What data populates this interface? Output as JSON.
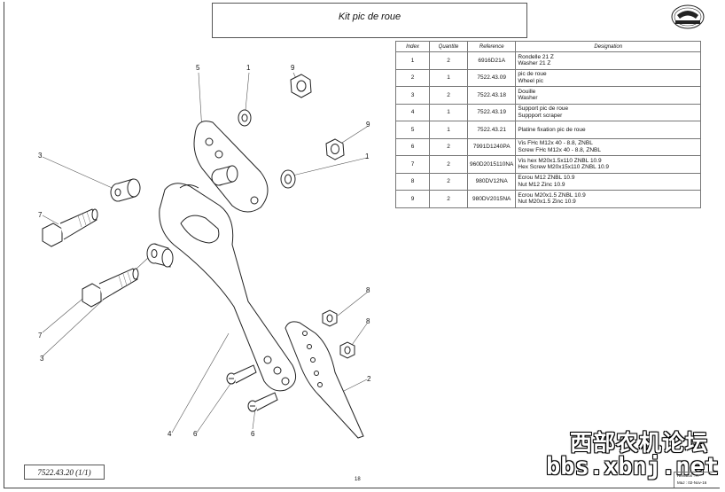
{
  "title": "Kit pic de roue",
  "table": {
    "headers": [
      "Index",
      "Quantite",
      "Reference",
      "Designation"
    ],
    "rows": [
      {
        "index": "1",
        "qty": "2",
        "ref": "6916D21A",
        "desig": [
          "Rondelle 21 Z",
          "Washer 21 Z"
        ]
      },
      {
        "index": "2",
        "qty": "1",
        "ref": "7522.43.09",
        "desig": [
          "pic de roue",
          "Wheel pic"
        ]
      },
      {
        "index": "3",
        "qty": "2",
        "ref": "7522.43.18",
        "desig": [
          "Douille",
          "Washer"
        ]
      },
      {
        "index": "4",
        "qty": "1",
        "ref": "7522.43.19",
        "desig": [
          "Support pic de roue",
          "Suppport scraper"
        ]
      },
      {
        "index": "5",
        "qty": "1",
        "ref": "7522.43.21",
        "desig": [
          "Platine fixation pic de roue"
        ]
      },
      {
        "index": "6",
        "qty": "2",
        "ref": "7991D1240PA",
        "desig": [
          "Vis FHc M12x 40 - 8.8, ZNBL",
          "Screw FHc M12x 40 - 8.8, ZNBL"
        ]
      },
      {
        "index": "7",
        "qty": "2",
        "ref": "960D2015110NA",
        "desig": [
          "Vis hex M20x1.5x110 ZNBL 10.9",
          "Hex Screw M20x15x110 ZNBL 10.9"
        ]
      },
      {
        "index": "8",
        "qty": "2",
        "ref": "980DV12NA",
        "desig": [
          "Ecrou M12 ZNBL 10.9",
          "Nut M12 Zinc 10.9"
        ]
      },
      {
        "index": "9",
        "qty": "2",
        "ref": "980DV2015NA",
        "desig": [
          "Ecrou M20x1.5 ZNBL 10.9",
          "Nut M20x1.5 Zinc 10.9"
        ]
      }
    ]
  },
  "callouts": [
    "5",
    "1",
    "9",
    "9",
    "1",
    "3",
    "7",
    "7",
    "3",
    "8",
    "8",
    "2",
    "4",
    "6",
    "6"
  ],
  "footer": {
    "part_number": "7522.43.20  (1/1)",
    "page": "18",
    "revision": "Revision : A",
    "date": "MaJ : 02-Nov-16"
  },
  "watermark": {
    "line1": "西部农机论坛",
    "line2": "bbs.xbnj.net"
  }
}
